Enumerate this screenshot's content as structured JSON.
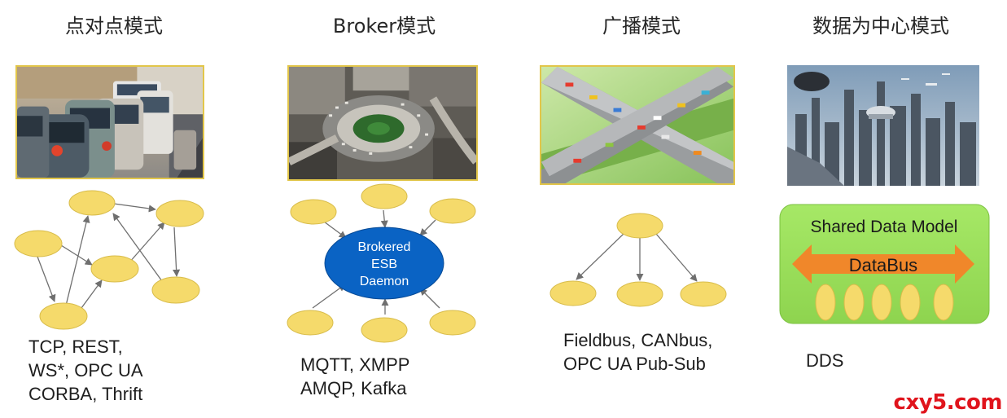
{
  "columns": [
    {
      "title": "点对点模式",
      "photo": "traffic-jam-photo",
      "caption": [
        "TCP, REST,",
        "WS*, OPC UA",
        "CORBA, Thrift"
      ]
    },
    {
      "title": "Broker模式",
      "photo": "roundabout-photo",
      "hub_label": [
        "Brokered",
        "ESB",
        "Daemon"
      ],
      "caption": [
        "MQTT, XMPP",
        "AMQP, Kafka"
      ]
    },
    {
      "title": "广播模式",
      "photo": "highway-interchange-photo",
      "caption": [
        "Fieldbus, CANbus,",
        "OPC UA Pub-Sub"
      ]
    },
    {
      "title": "数据为中心模式",
      "photo": "futuristic-city-photo",
      "box_title": "Shared Data Model",
      "bus_label": "DataBus",
      "caption": [
        "DDS"
      ]
    }
  ],
  "watermark": "cxy5.com",
  "colors": {
    "node": "#f5da6b",
    "hub": "#0a63c4",
    "data_box": "#99e05a",
    "bus_arrow": "#f0872a",
    "photo_border": "#e2c64a",
    "watermark": "#e0141c"
  }
}
